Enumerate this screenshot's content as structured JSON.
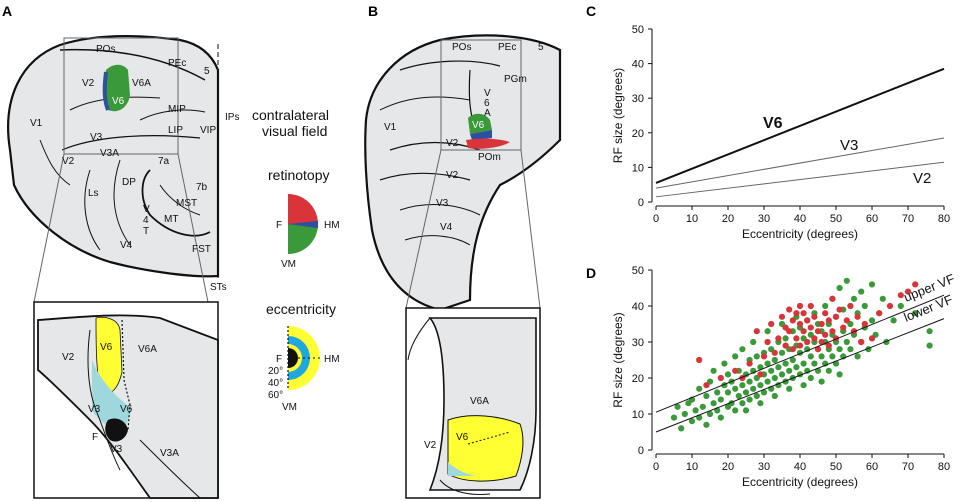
{
  "panels": {
    "A": "A",
    "B": "B",
    "C": "C",
    "D": "D"
  },
  "colors": {
    "v6_green": "#3a9a3a",
    "red": "#d9343a",
    "blue": "#2f4fa0",
    "yellow": "#ffff33",
    "cyan": "#9ed8dc",
    "sky": "#1fa8e0",
    "cortex": "#e6e7e9"
  },
  "panelA": {
    "areas": [
      "POs",
      "PEc",
      "5",
      "V2",
      "V6A",
      "V6",
      "MIP",
      "IPs",
      "V1",
      "V3",
      "LIP",
      "VIP",
      "V2",
      "V3A",
      "7a",
      "Ls",
      "DP",
      "7b",
      "MST",
      "V",
      "4",
      "T",
      "MT",
      "V4",
      "FST",
      "STs"
    ],
    "inset": [
      "V2",
      "V6",
      "V6A",
      "V3",
      "V6",
      "F",
      "V3",
      "V3A"
    ]
  },
  "panelB": {
    "areas": [
      "POs",
      "PEc",
      "5",
      "PGm",
      "V",
      "6",
      "A",
      "V1",
      "V6",
      "V2",
      "POm",
      "V2",
      "V3",
      "V4"
    ],
    "inset": [
      "V6A",
      "V2",
      "V6"
    ]
  },
  "legend": {
    "heading_line1": "contralateral",
    "heading_line2": "visual field",
    "retinotopy": "retinotopy",
    "retinotopy_F": "F",
    "retinotopy_HM": "HM",
    "retinotopy_VM": "VM",
    "eccentricity": "eccentricity",
    "ecc_F": "F",
    "ecc_HM": "HM",
    "ecc_20": "20°",
    "ecc_40": "40°",
    "ecc_60": "60°",
    "ecc_VM": "VM"
  },
  "chart_data": [
    {
      "type": "line",
      "panel": "C",
      "xlabel": "Eccentricity (degrees)",
      "ylabel": "RF size (degrees)",
      "xlim": [
        0,
        80
      ],
      "ylim": [
        0,
        50
      ],
      "xticks": [
        "0",
        "10",
        "20",
        "30",
        "40",
        "50",
        "60",
        "70",
        "80"
      ],
      "yticks": [
        "0",
        "10",
        "20",
        "30",
        "40",
        "50"
      ],
      "series": [
        {
          "name": "V6",
          "x": [
            0,
            80
          ],
          "y": [
            5.5,
            38.5
          ]
        },
        {
          "name": "V3",
          "x": [
            0,
            80
          ],
          "y": [
            4,
            18.5
          ]
        },
        {
          "name": "V2",
          "x": [
            0,
            80
          ],
          "y": [
            1.5,
            11.5
          ]
        }
      ]
    },
    {
      "type": "scatter",
      "panel": "D",
      "xlabel": "Eccentricity (degrees)",
      "ylabel": "RF size (degrees)",
      "xlim": [
        0,
        80
      ],
      "ylim": [
        0,
        50
      ],
      "xticks": [
        "0",
        "10",
        "20",
        "30",
        "40",
        "50",
        "60",
        "70",
        "80"
      ],
      "yticks": [
        "0",
        "10",
        "20",
        "30",
        "40",
        "50"
      ],
      "fit_lines": [
        {
          "name": "upper VF",
          "x": [
            0,
            80
          ],
          "y": [
            10.5,
            43
          ]
        },
        {
          "name": "lower VF",
          "x": [
            0,
            80
          ],
          "y": [
            5,
            36.5
          ]
        }
      ],
      "series": [
        {
          "color": "#3a9a3a",
          "points": [
            [
              5,
              9
            ],
            [
              6,
              12
            ],
            [
              7,
              6
            ],
            [
              8,
              10
            ],
            [
              9,
              13
            ],
            [
              10,
              8
            ],
            [
              10,
              14
            ],
            [
              11,
              11
            ],
            [
              12,
              17
            ],
            [
              12,
              9
            ],
            [
              13,
              12
            ],
            [
              14,
              15
            ],
            [
              14,
              7
            ],
            [
              15,
              10
            ],
            [
              15,
              19
            ],
            [
              16,
              13
            ],
            [
              16,
              22
            ],
            [
              17,
              11
            ],
            [
              17,
              16
            ],
            [
              18,
              14
            ],
            [
              18,
              9
            ],
            [
              19,
              18
            ],
            [
              19,
              24
            ],
            [
              20,
              12
            ],
            [
              20,
              16
            ],
            [
              20,
              21
            ],
            [
              21,
              13
            ],
            [
              21,
              19
            ],
            [
              22,
              11
            ],
            [
              22,
              17
            ],
            [
              22,
              26
            ],
            [
              23,
              15
            ],
            [
              23,
              22
            ],
            [
              24,
              13
            ],
            [
              24,
              18
            ],
            [
              24,
              28
            ],
            [
              25,
              16
            ],
            [
              25,
              21
            ],
            [
              25,
              11
            ],
            [
              26,
              19
            ],
            [
              26,
              25
            ],
            [
              26,
              14
            ],
            [
              27,
              17
            ],
            [
              27,
              22
            ],
            [
              27,
              30
            ],
            [
              28,
              15
            ],
            [
              28,
              20
            ],
            [
              28,
              26
            ],
            [
              29,
              18
            ],
            [
              29,
              23
            ],
            [
              29,
              13
            ],
            [
              30,
              21
            ],
            [
              30,
              27
            ],
            [
              30,
              16
            ],
            [
              31,
              19
            ],
            [
              31,
              24
            ],
            [
              31,
              33
            ],
            [
              32,
              17
            ],
            [
              32,
              22
            ],
            [
              32,
              28
            ],
            [
              33,
              20
            ],
            [
              33,
              25
            ],
            [
              33,
              15
            ],
            [
              34,
              23
            ],
            [
              34,
              30
            ],
            [
              34,
              18
            ],
            [
              35,
              21
            ],
            [
              35,
              27
            ],
            [
              35,
              35
            ],
            [
              36,
              19
            ],
            [
              36,
              24
            ],
            [
              36,
              31
            ],
            [
              37,
              22
            ],
            [
              37,
              28
            ],
            [
              37,
              17
            ],
            [
              38,
              25
            ],
            [
              38,
              33
            ],
            [
              38,
              20
            ],
            [
              39,
              23
            ],
            [
              39,
              29
            ],
            [
              39,
              37
            ],
            [
              40,
              21
            ],
            [
              40,
              27
            ],
            [
              40,
              34
            ],
            [
              41,
              24
            ],
            [
              41,
              31
            ],
            [
              41,
              18
            ],
            [
              42,
              22
            ],
            [
              42,
              28
            ],
            [
              42,
              36
            ],
            [
              43,
              26
            ],
            [
              43,
              32
            ],
            [
              43,
              20
            ],
            [
              44,
              24
            ],
            [
              44,
              30
            ],
            [
              44,
              38
            ],
            [
              45,
              22
            ],
            [
              45,
              28
            ],
            [
              45,
              35
            ],
            [
              46,
              26
            ],
            [
              46,
              33
            ],
            [
              46,
              19
            ],
            [
              47,
              24
            ],
            [
              47,
              30
            ],
            [
              47,
              40
            ],
            [
              48,
              28
            ],
            [
              48,
              35
            ],
            [
              48,
              22
            ],
            [
              49,
              26
            ],
            [
              49,
              32
            ],
            [
              49,
              42
            ],
            [
              50,
              24
            ],
            [
              50,
              30
            ],
            [
              50,
              37
            ],
            [
              51,
              28
            ],
            [
              51,
              45
            ],
            [
              51,
              21
            ],
            [
              52,
              26
            ],
            [
              52,
              33
            ],
            [
              52,
              39
            ],
            [
              53,
              30
            ],
            [
              53,
              47
            ],
            [
              54,
              28
            ],
            [
              54,
              35
            ],
            [
              55,
              32
            ],
            [
              55,
              42
            ],
            [
              56,
              26
            ],
            [
              56,
              38
            ],
            [
              57,
              30
            ],
            [
              57,
              44
            ],
            [
              58,
              34
            ],
            [
              58,
              40
            ],
            [
              59,
              28
            ],
            [
              60,
              36
            ],
            [
              60,
              46
            ],
            [
              61,
              32
            ],
            [
              62,
              38
            ],
            [
              63,
              42
            ],
            [
              64,
              30
            ],
            [
              66,
              36
            ],
            [
              68,
              40
            ],
            [
              72,
              38
            ],
            [
              76,
              29
            ],
            [
              76,
              33
            ]
          ]
        },
        {
          "color": "#d9343a",
          "points": [
            [
              12,
              25
            ],
            [
              14,
              18
            ],
            [
              18,
              20
            ],
            [
              22,
              22
            ],
            [
              24,
              20
            ],
            [
              26,
              24
            ],
            [
              28,
              33
            ],
            [
              29,
              21
            ],
            [
              30,
              26
            ],
            [
              31,
              30
            ],
            [
              32,
              35
            ],
            [
              33,
              27
            ],
            [
              34,
              31
            ],
            [
              35,
              37
            ],
            [
              36,
              29
            ],
            [
              36,
              34
            ],
            [
              37,
              33
            ],
            [
              37,
              39
            ],
            [
              38,
              28
            ],
            [
              38,
              36
            ],
            [
              39,
              31
            ],
            [
              39,
              38
            ],
            [
              40,
              29
            ],
            [
              40,
              35
            ],
            [
              40,
              40
            ],
            [
              41,
              33
            ],
            [
              41,
              38
            ],
            [
              42,
              30
            ],
            [
              42,
              36
            ],
            [
              43,
              34
            ],
            [
              43,
              40
            ],
            [
              44,
              31
            ],
            [
              44,
              37
            ],
            [
              45,
              33
            ],
            [
              45,
              28
            ],
            [
              46,
              35
            ],
            [
              46,
              30
            ],
            [
              47,
              38
            ],
            [
              47,
              32
            ],
            [
              48,
              36
            ],
            [
              48,
              29
            ],
            [
              49,
              42
            ],
            [
              49,
              33
            ],
            [
              50,
              37
            ],
            [
              50,
              31
            ],
            [
              51,
              39
            ],
            [
              52,
              34
            ],
            [
              53,
              36
            ],
            [
              54,
              40
            ],
            [
              55,
              33
            ],
            [
              56,
              37
            ],
            [
              57,
              30
            ],
            [
              58,
              35
            ],
            [
              60,
              31
            ],
            [
              62,
              38
            ],
            [
              65,
              40
            ],
            [
              68,
              43
            ],
            [
              70,
              44
            ],
            [
              72,
              46
            ]
          ]
        }
      ]
    }
  ]
}
